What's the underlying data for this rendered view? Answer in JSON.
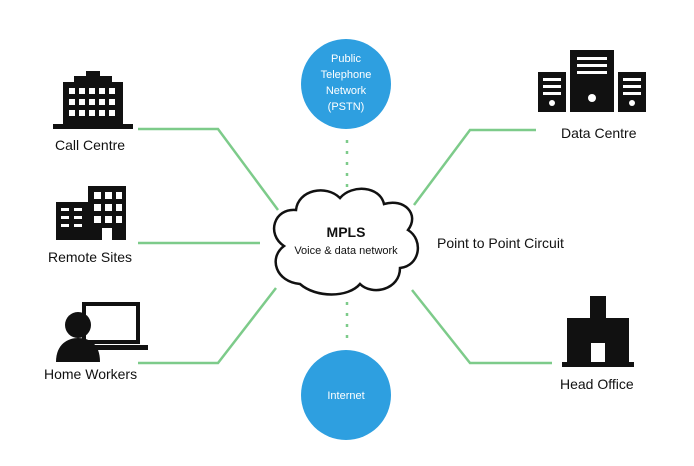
{
  "diagram": {
    "center": {
      "title": "MPLS",
      "subtitle": "Voice & data network"
    },
    "link_label": "Point to Point Circuit",
    "pstn": {
      "lines": [
        "Public",
        "Telephone",
        "Network",
        "(PSTN)"
      ]
    },
    "internet": {
      "label": "Internet"
    },
    "nodes": {
      "call_centre": "Call Centre",
      "remote_sites": "Remote Sites",
      "home_workers": "Home Workers",
      "data_centre": "Data Centre",
      "head_office": "Head Office"
    }
  },
  "colors": {
    "accent_blue": "#2e9fe0",
    "link_green": "#7dcb8a",
    "dark": "#111111"
  },
  "icons": [
    "office-building-icon",
    "buildings-icon",
    "laptop-worker-icon",
    "server-rack-icon",
    "head-office-icon"
  ]
}
